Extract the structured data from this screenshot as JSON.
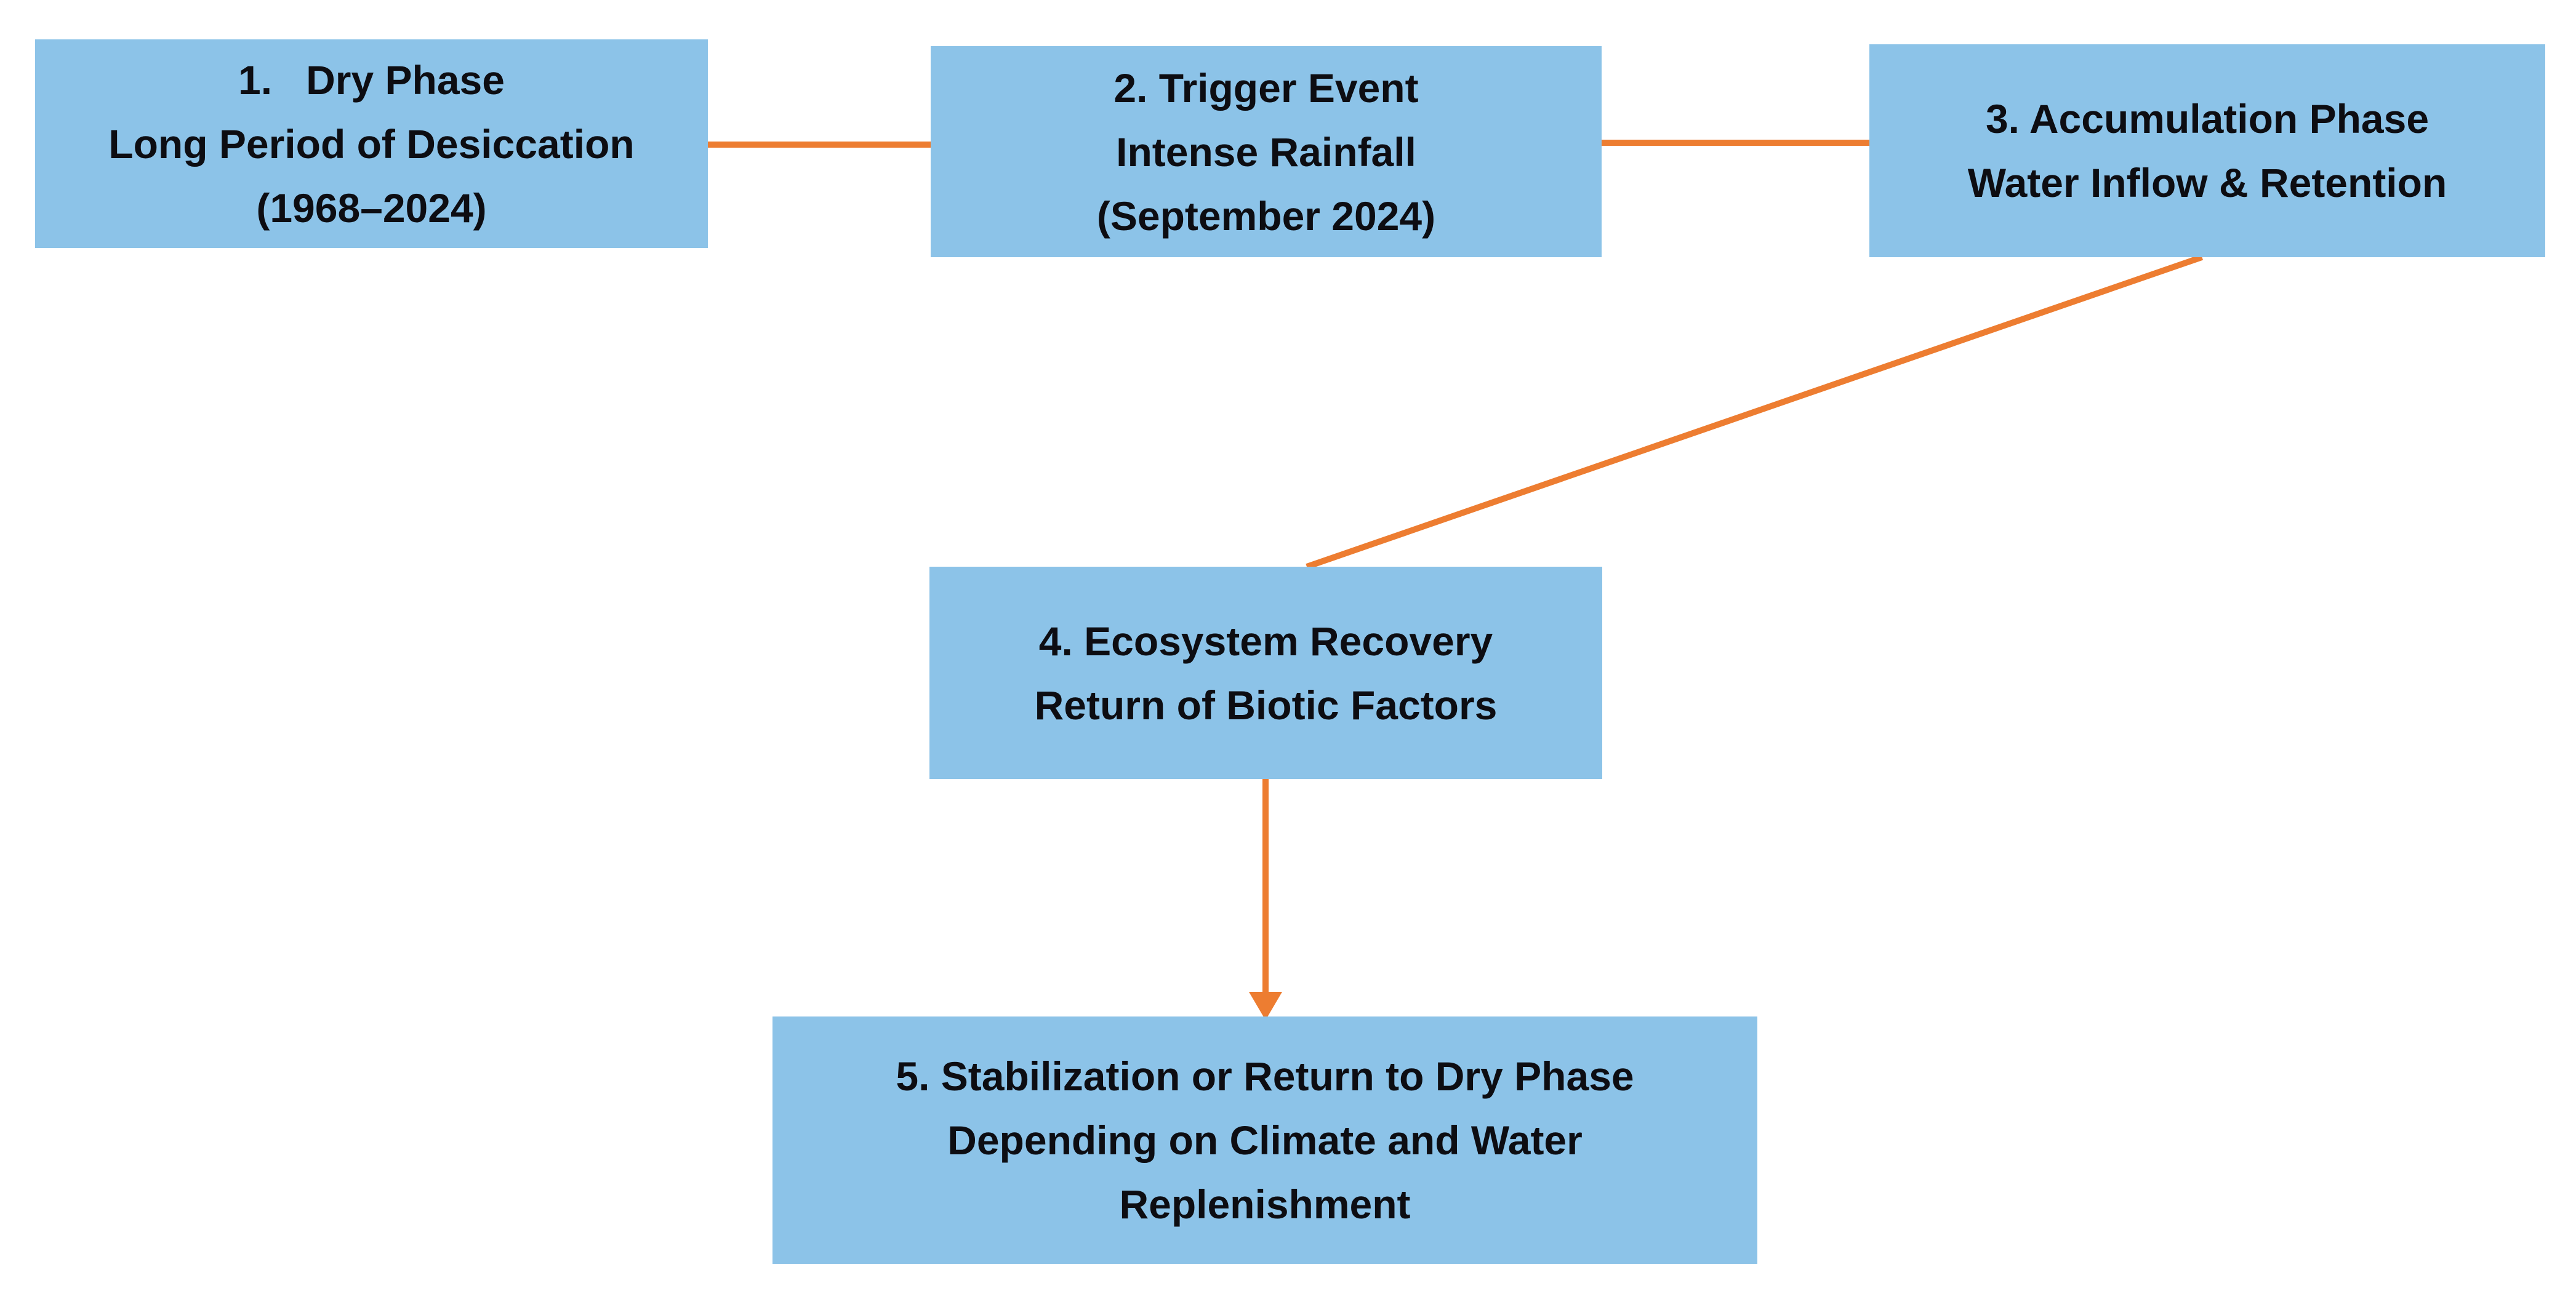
{
  "colors": {
    "node_fill": "#8CC3E8",
    "connector": "#ED7D31",
    "text": "#0D0D12",
    "background": "#FFFFFF"
  },
  "nodes": [
    {
      "id": "1",
      "lines": [
        "1.   Dry Phase",
        "Long Period of Desiccation",
        "(1968–2024)"
      ]
    },
    {
      "id": "2",
      "lines": [
        "2. Trigger Event",
        "Intense Rainfall",
        "(September 2024)"
      ]
    },
    {
      "id": "3",
      "lines": [
        "3. Accumulation Phase",
        "Water Inflow & Retention"
      ]
    },
    {
      "id": "4",
      "lines": [
        "4. Ecosystem Recovery",
        "Return of Biotic Factors"
      ]
    },
    {
      "id": "5",
      "lines": [
        "5. Stabilization or Return to Dry Phase",
        "Depending on Climate and Water",
        "Replenishment"
      ]
    }
  ],
  "connectors": [
    {
      "from": "1",
      "to": "2",
      "style": "horizontal-line"
    },
    {
      "from": "2",
      "to": "3",
      "style": "horizontal-line"
    },
    {
      "from": "3",
      "to": "4",
      "style": "diagonal-line"
    },
    {
      "from": "4",
      "to": "5",
      "style": "vertical-arrow"
    }
  ]
}
